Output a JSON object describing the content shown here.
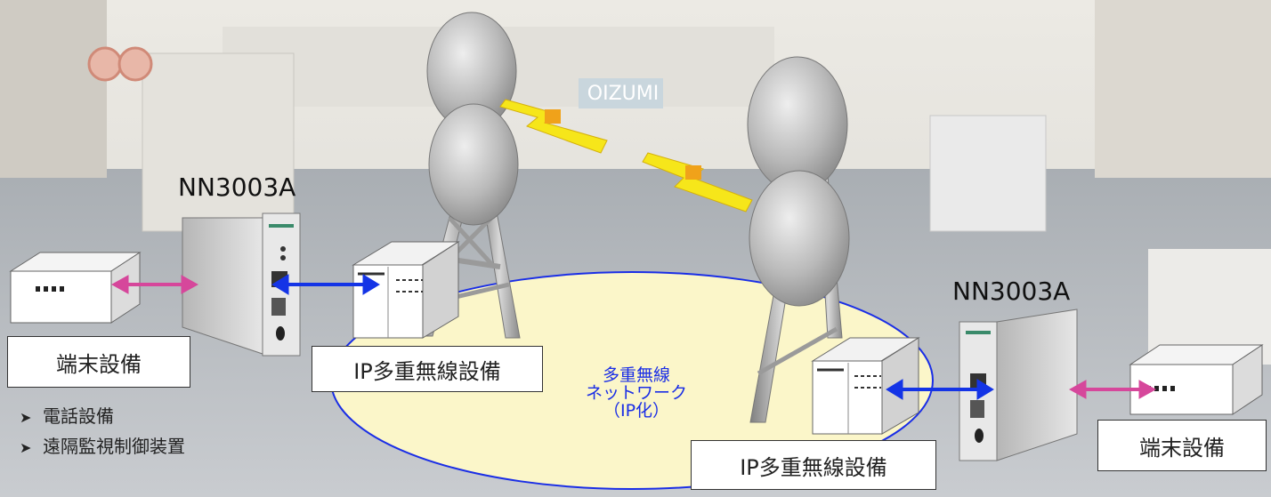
{
  "labels": {
    "device_left": "NN3003A",
    "device_right": "NN3003A",
    "terminal_left": "端末設備",
    "terminal_right": "端末設備",
    "radio_left": "IP多重無線設備",
    "radio_right": "IP多重無線設備",
    "network_line1": "多重無線",
    "network_line2": "ネットワーク",
    "network_line3": "（IP化）"
  },
  "bullets": [
    "電話設備",
    "遠隔監視制御装置"
  ],
  "sign_text": "OIZUMI",
  "colors": {
    "network_ellipse_fill": "#fbf6c9",
    "network_ellipse_stroke": "#1a2ee6",
    "network_text": "#1a2ee6",
    "link_blue": "#1434e6",
    "link_pink": "#d6479b",
    "signal_yellow": "#f6e61a",
    "signal_orange": "#f0a21a"
  },
  "icons": {
    "bullet": "triangle-arrow-icon"
  }
}
